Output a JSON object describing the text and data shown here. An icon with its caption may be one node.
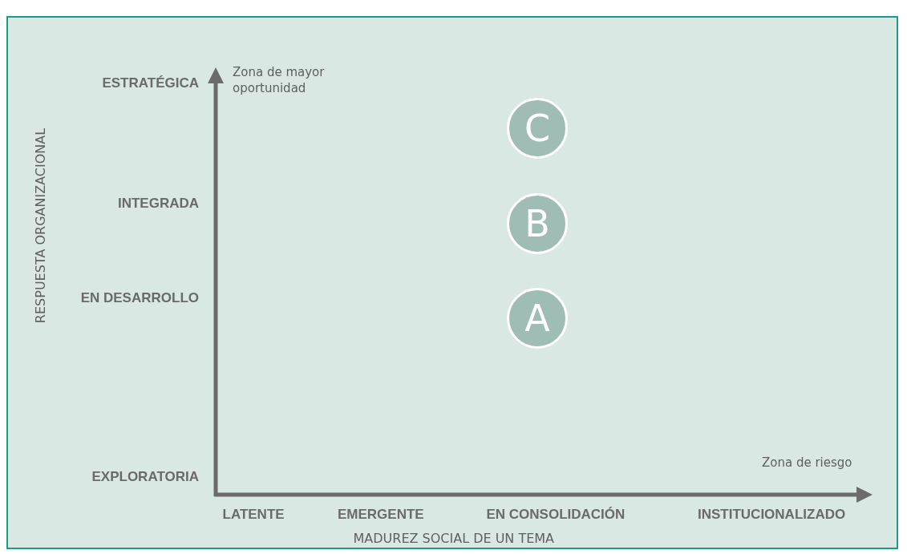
{
  "diagram": {
    "nodes": [
      {
        "text": [
          "C"
        ]
      },
      {
        "text": [
          "B"
        ]
      },
      {
        "text": [
          "A"
        ]
      }
    ],
    "labels": [
      "RESPUESTA ORGANIZACIONAL",
      "ESTRATÉGICA",
      "Zona de mayor oportunidad",
      "INTEGRADA",
      "EN DESARROLLO",
      "Zona de riesgo",
      "EXPLORATORIA",
      "LATENTE",
      "EMERGENTE",
      "EN CONSOLIDACIÓN",
      "INSTITUCIONALIZADO",
      "MADUREZ SOCIAL DE UN TEMA"
    ]
  }
}
